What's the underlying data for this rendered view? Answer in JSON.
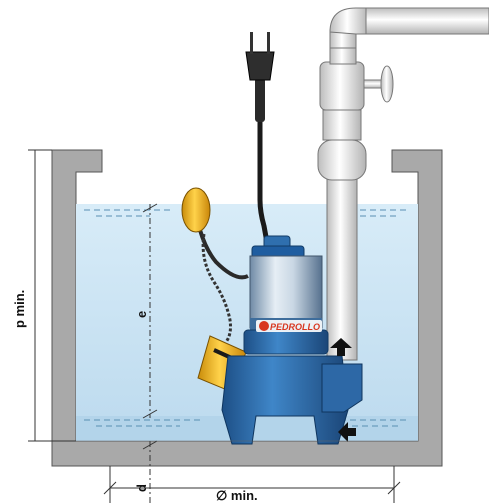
{
  "labels": {
    "p_min": "p min.",
    "e": "e",
    "d": "d",
    "diameter_min": "∅ min."
  },
  "brand": {
    "logo_text": "PEDROLLO"
  },
  "colors": {
    "water": "#cfe6f4",
    "wall": "#a9a9a9",
    "pump_body": "#2f6fae",
    "pump_motor": "#9fb6cc",
    "float": "#f2b51b",
    "brand_red": "#d8361f",
    "pipe": "#d9d9d9",
    "arrow": "#111111"
  },
  "icons": {
    "outlet_arrow": "arrow-up-icon",
    "inlet_arrow": "arrow-left-icon"
  }
}
